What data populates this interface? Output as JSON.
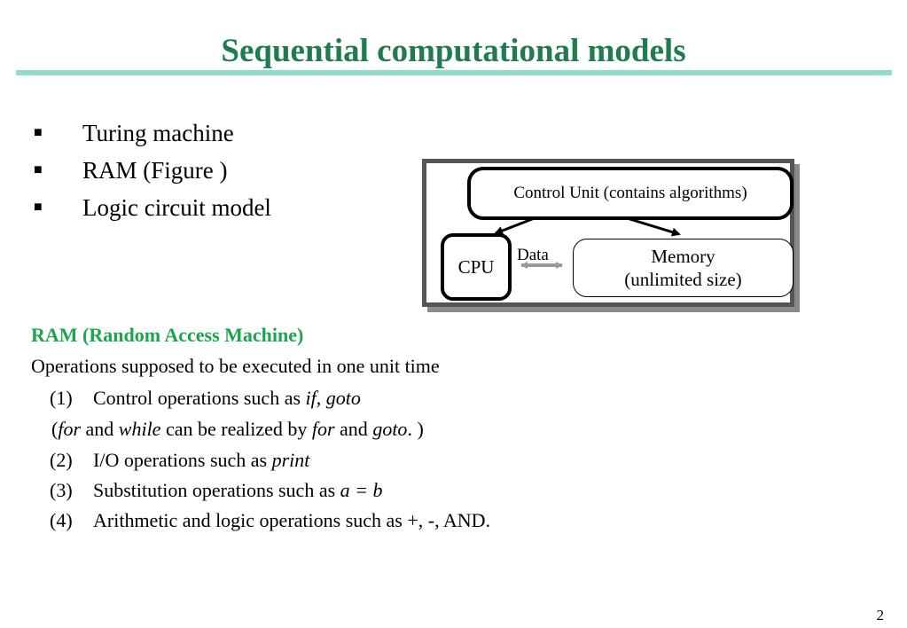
{
  "slide": {
    "title": "Sequential computational models",
    "bullets": [
      "Turing machine",
      "RAM (Figure )",
      "Logic circuit model"
    ],
    "figure": {
      "control_unit": "Control Unit (contains algorithms)",
      "cpu": "CPU",
      "data": "Data",
      "memory_line1": "Memory",
      "memory_line2": "(unlimited size)"
    },
    "ram": {
      "heading": "RAM (Random Access Machine)",
      "intro": "Operations supposed to be executed in one unit time",
      "op1": {
        "num": "(1)",
        "text": "Control operations such as ",
        "kw1": "if",
        "sep": ",  ",
        "kw2": "goto"
      },
      "note": {
        "open": "(",
        "for1": "for",
        "and1": " and ",
        "while": "while",
        "mid": " can be realized by ",
        "for2": "for",
        "and2": " and ",
        "goto": "goto",
        "close": ". )"
      },
      "op2": {
        "num": "(2)",
        "text": "I/O operations such as ",
        "kw": "print"
      },
      "op3": {
        "num": "(3)",
        "text": "Substitution operations such as ",
        "expr": "a = b"
      },
      "op4": {
        "num": "(4)",
        "text": "Arithmetic and logic operations such as +, -, AND."
      }
    },
    "page_number": "2",
    "colors": {
      "title": "#1e7c4e",
      "rule": "#8fdcc9",
      "heading": "#1aa64a"
    }
  }
}
